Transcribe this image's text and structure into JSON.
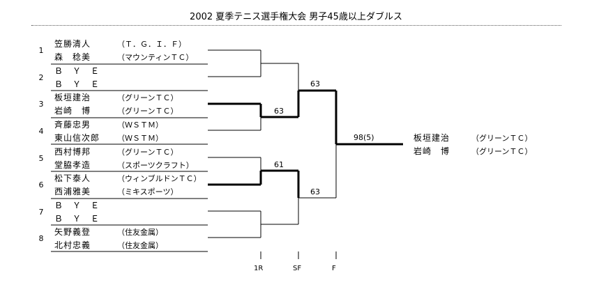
{
  "title": "2002 夏季テニス選手権大会 男子45歳以上ダブルス",
  "entries": [
    {
      "seed": "1",
      "players": [
        {
          "name": "笠勝清人",
          "club": "（Ｔ．Ｇ．Ｉ．Ｆ）"
        },
        {
          "name": "森　稔美",
          "club": "（マウンティンＴＣ）"
        }
      ]
    },
    {
      "seed": "2",
      "players": [
        {
          "name": "Ｂ　Ｙ　Ｅ",
          "club": ""
        },
        {
          "name": "Ｂ　Ｙ　Ｅ",
          "club": ""
        }
      ]
    },
    {
      "seed": "3",
      "players": [
        {
          "name": "板垣建治",
          "club": "（グリーンＴＣ）"
        },
        {
          "name": "岩崎　博",
          "club": "（グリーンＴＣ）"
        }
      ]
    },
    {
      "seed": "4",
      "players": [
        {
          "name": "斉藤忠男",
          "club": "（ＷＳＴＭ）"
        },
        {
          "name": "東山信次郎",
          "club": "（ＷＳＴＭ）"
        }
      ]
    },
    {
      "seed": "5",
      "players": [
        {
          "name": "西村博邦",
          "club": "（グリーンＴＣ）"
        },
        {
          "name": "堂脇孝造",
          "club": "（スポーツクラフト）"
        }
      ]
    },
    {
      "seed": "6",
      "players": [
        {
          "name": "松下泰人",
          "club": "（ウィンブルドンＴＣ）"
        },
        {
          "name": "西浦雅美",
          "club": "（ミキスポーツ）"
        }
      ]
    },
    {
      "seed": "7",
      "players": [
        {
          "name": "Ｂ　Ｙ　Ｅ",
          "club": ""
        },
        {
          "name": "Ｂ　Ｙ　Ｅ",
          "club": ""
        }
      ]
    },
    {
      "seed": "8",
      "players": [
        {
          "name": "矢野義登",
          "club": "（住友金属）"
        },
        {
          "name": "北村忠義",
          "club": "（住友金属）"
        }
      ]
    }
  ],
  "scores": {
    "r1_top": "63",
    "r1_bottom": "61",
    "sf_top": "63",
    "sf_bottom": "63",
    "final": "98(5)"
  },
  "winner": [
    {
      "name": "板垣建治",
      "club": "（グリーンＴＣ）"
    },
    {
      "name": "岩崎　博",
      "club": "（グリーンＴＣ）"
    }
  ],
  "rounds": [
    "1R",
    "SF",
    "F"
  ]
}
